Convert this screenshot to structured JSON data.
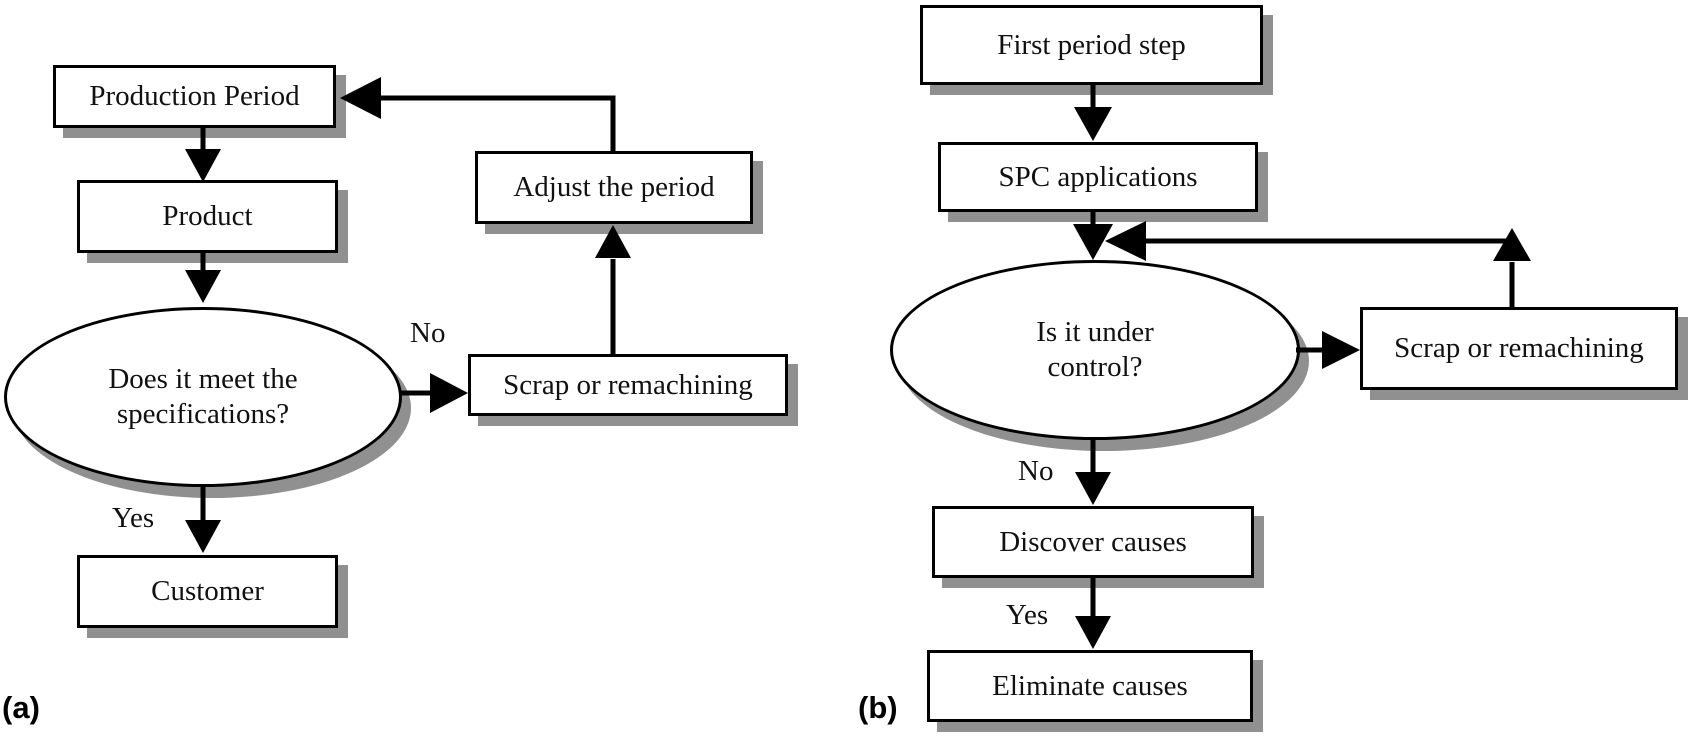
{
  "figure_type": "flowchart-pair",
  "colors": {
    "node_fill": "#ffffff",
    "node_border": "#000000",
    "shadow": "#909090",
    "arrow": "#000000",
    "text": "#111111",
    "background": "#ffffff"
  },
  "panel_a": {
    "label": "(a)",
    "nodes": {
      "production_period": "Production Period",
      "product": "Product",
      "decision": {
        "line1": "Does it meet the",
        "line2": "specifications?"
      },
      "scrap_or_remachining": "Scrap or remachining",
      "adjust_the_period": "Adjust the period",
      "customer": "Customer"
    },
    "edge_labels": {
      "no": "No",
      "yes": "Yes"
    },
    "edges": [
      {
        "from": "Production Period",
        "to": "Product",
        "label": ""
      },
      {
        "from": "Product",
        "to": "Does it meet the specifications?",
        "label": ""
      },
      {
        "from": "Does it meet the specifications?",
        "to": "Scrap or remachining",
        "label": "No"
      },
      {
        "from": "Scrap or remachining",
        "to": "Adjust the period",
        "label": ""
      },
      {
        "from": "Adjust the period",
        "to": "Production Period",
        "label": ""
      },
      {
        "from": "Does it meet the specifications?",
        "to": "Customer",
        "label": "Yes"
      }
    ]
  },
  "panel_b": {
    "label": "(b)",
    "nodes": {
      "first_period_step": "First period step",
      "spc_applications": "SPC applications",
      "decision": {
        "line1": "Is it under",
        "line2": "control?"
      },
      "scrap_or_remachining": "Scrap or remachining",
      "discover_causes": "Discover causes",
      "eliminate_causes": "Eliminate causes"
    },
    "edge_labels": {
      "no": "No",
      "yes": "Yes"
    },
    "edges": [
      {
        "from": "First period step",
        "to": "SPC applications",
        "label": ""
      },
      {
        "from": "SPC applications",
        "to": "Is it under control?",
        "label": ""
      },
      {
        "from": "Is it under control?",
        "to": "Scrap or remachining",
        "label": ""
      },
      {
        "from": "Scrap or remachining",
        "to": "junction above Is it under control?",
        "label": ""
      },
      {
        "from": "Is it under control?",
        "to": "Discover causes",
        "label": "No"
      },
      {
        "from": "Discover causes",
        "to": "Eliminate causes",
        "label": "Yes"
      }
    ]
  }
}
